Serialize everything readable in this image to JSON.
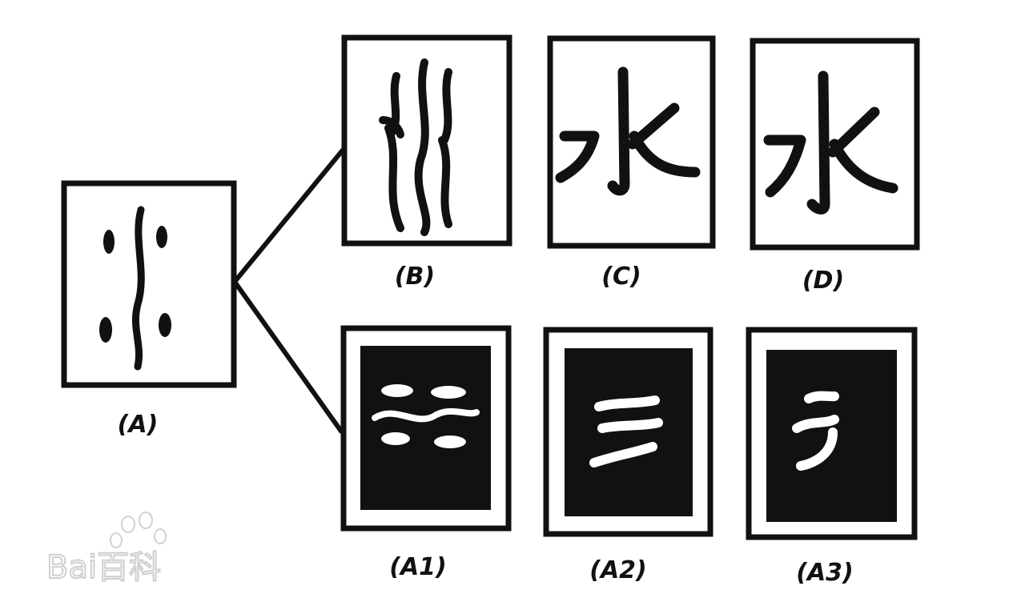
{
  "diagram": {
    "panels": [
      {
        "id": "A",
        "label": "(A)",
        "style": "ink-on-white"
      },
      {
        "id": "B",
        "label": "(B)",
        "style": "ink-on-white"
      },
      {
        "id": "C",
        "label": "(C)",
        "style": "ink-on-white"
      },
      {
        "id": "D",
        "label": "(D)",
        "style": "ink-on-white"
      },
      {
        "id": "A1",
        "label": "(A1)",
        "style": "white-on-black"
      },
      {
        "id": "A2",
        "label": "(A2)",
        "style": "white-on-black"
      },
      {
        "id": "A3",
        "label": "(A3)",
        "style": "white-on-black"
      }
    ],
    "connections": [
      [
        "A",
        "B"
      ],
      [
        "A",
        "A1"
      ]
    ],
    "colors": {
      "ink": "#111111",
      "paper": "#ffffff",
      "watermark": "#cfcfcf"
    }
  },
  "watermark": {
    "text": "Bai百科"
  }
}
